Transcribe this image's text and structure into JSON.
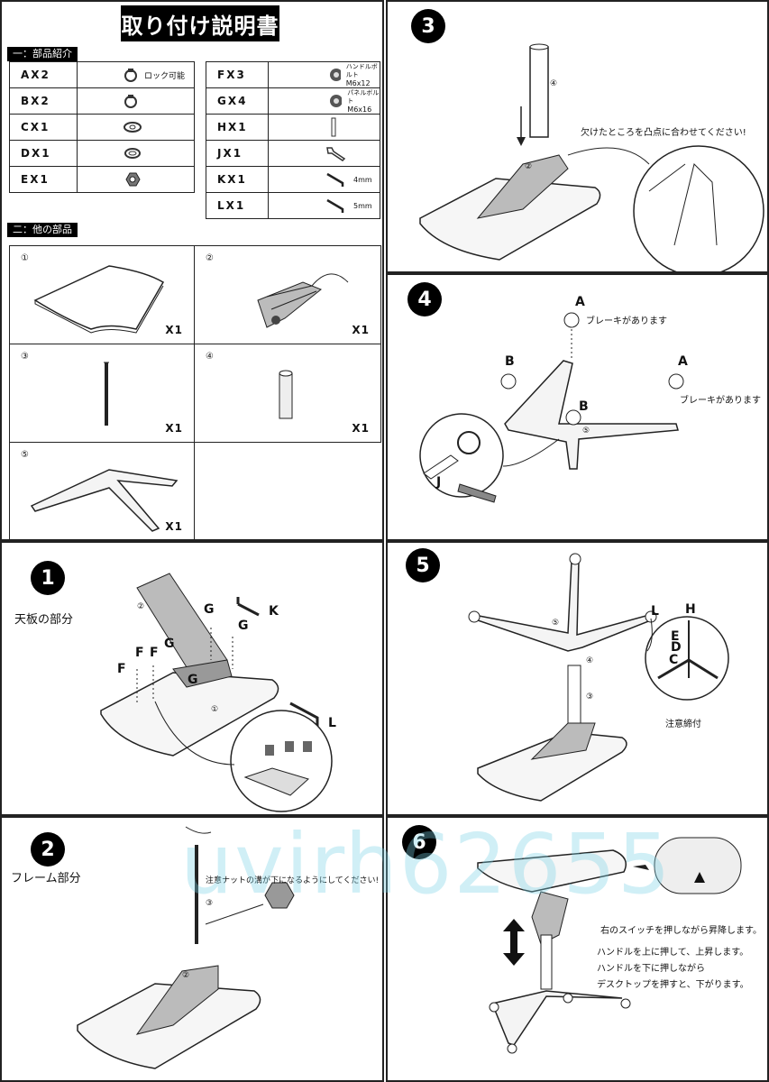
{
  "title": "取り付け説明書",
  "sections": {
    "parts_intro": "一：部品紹介",
    "other_parts": "二：他の部品"
  },
  "parts_left": [
    {
      "code": "AX2",
      "note": "ロック可能"
    },
    {
      "code": "BX2",
      "note": ""
    },
    {
      "code": "CX1",
      "note": ""
    },
    {
      "code": "DX1",
      "note": ""
    },
    {
      "code": "EX1",
      "note": ""
    }
  ],
  "parts_right": [
    {
      "code": "FX3",
      "note": "ハンドルボルト",
      "size": "M6x12"
    },
    {
      "code": "GX4",
      "note": "パネルボルト",
      "size": "M6x16"
    },
    {
      "code": "HX1",
      "note": "",
      "size": ""
    },
    {
      "code": "JX1",
      "note": "",
      "size": ""
    },
    {
      "code": "KX1",
      "note": "",
      "size": "4mm"
    },
    {
      "code": "LX1",
      "note": "",
      "size": "5mm"
    }
  ],
  "other_parts": [
    {
      "num": "①",
      "qty": "X1"
    },
    {
      "num": "②",
      "qty": "X1"
    },
    {
      "num": "③",
      "qty": "X1"
    },
    {
      "num": "④",
      "qty": "X1"
    },
    {
      "num": "⑤",
      "qty": "X1"
    }
  ],
  "step3": {
    "num": "3",
    "callout": "欠けたところを凸点に合わせてください!",
    "part4": "④",
    "part2": "②"
  },
  "step4": {
    "num": "4",
    "label_a1": "A",
    "label_a2": "A",
    "label_b1": "B",
    "label_b2": "B",
    "brake1": "ブレーキがあります",
    "brake2": "ブレーキがあります",
    "label_j": "J",
    "part5": "⑤"
  },
  "step1": {
    "num": "1",
    "heading": "天板の部分",
    "g1": "G",
    "g2": "G",
    "g3": "G",
    "g4": "G",
    "k": "K",
    "f1": "F",
    "f2": "F",
    "f3": "F",
    "l": "L",
    "part2": "②",
    "part1": "①"
  },
  "step5": {
    "num": "5",
    "l": "L",
    "h": "H",
    "e": "E",
    "d": "D",
    "c": "C",
    "note": "注意締付",
    "part5": "⑤",
    "part4": "④",
    "part3": "③"
  },
  "step2": {
    "num": "2",
    "heading": "フレーム部分",
    "note": "注意ナットの溝が下になるようにしてください!",
    "part2": "②",
    "part3": "③"
  },
  "step6": {
    "num": "6",
    "line1": "右のスイッチを押しながら昇降します。",
    "line2": "ハンドルを上に押して、上昇します。",
    "line3": "ハンドルを下に押しながら",
    "line4": "デスクトップを押すと、下がります。"
  },
  "watermark": "uvirh62655"
}
